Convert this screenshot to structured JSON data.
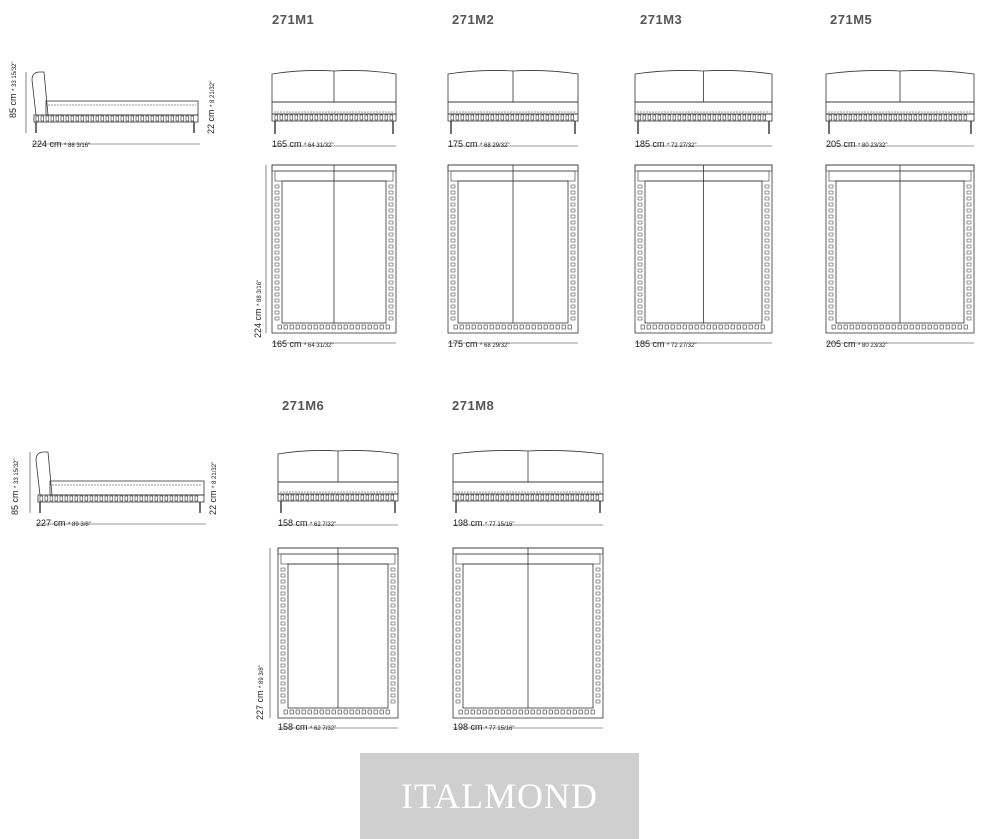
{
  "models": [
    {
      "id": "m1",
      "code": "271M1",
      "front": "165 cm",
      "front_in": "* 64 31/32\"",
      "top": "165 cm",
      "top_in": "* 64 31/32\"",
      "length": "224 cm",
      "length_in": "* 88 3/16\""
    },
    {
      "id": "m2",
      "code": "271M2",
      "front": "175 cm",
      "front_in": "* 68 29/32\"",
      "top": "175 cm",
      "top_in": "* 68 29/32\""
    },
    {
      "id": "m3",
      "code": "271M3",
      "front": "185 cm",
      "front_in": "* 72 27/32\"",
      "top": "185 cm",
      "top_in": "* 72 27/32\""
    },
    {
      "id": "m5",
      "code": "271M5",
      "front": "205 cm",
      "front_in": "* 80 23/32\"",
      "top": "205 cm",
      "top_in": "* 80 23/32\""
    },
    {
      "id": "m6",
      "code": "271M6",
      "front": "158 cm",
      "front_in": "* 62 7/32\"",
      "top": "158 cm",
      "top_in": "* 62 7/32\"",
      "length": "227 cm",
      "length_in": "* 89 3/8\""
    },
    {
      "id": "m8",
      "code": "271M8",
      "front": "198 cm",
      "front_in": "* 77 15/16\"",
      "top": "198 cm",
      "top_in": "* 77 15/16\""
    }
  ],
  "side_views": [
    {
      "id": "s1",
      "height": "85 cm",
      "height_in": "* 33 15/32\"",
      "length": "224 cm",
      "length_in": "* 88 3/16\"",
      "frame": "22 cm",
      "frame_in": "* 8 21/32\""
    },
    {
      "id": "s2",
      "height": "85 cm",
      "height_in": "* 33 15/32\"",
      "length": "227 cm",
      "length_in": "* 89 3/8\"",
      "frame": "22 cm",
      "frame_in": "* 8 21/32\""
    }
  ],
  "logo": {
    "text": "ITALMOND"
  },
  "colors": {
    "line": "#333333",
    "logo_bg": "#cfcfcf",
    "logo_text": "#ffffff"
  }
}
